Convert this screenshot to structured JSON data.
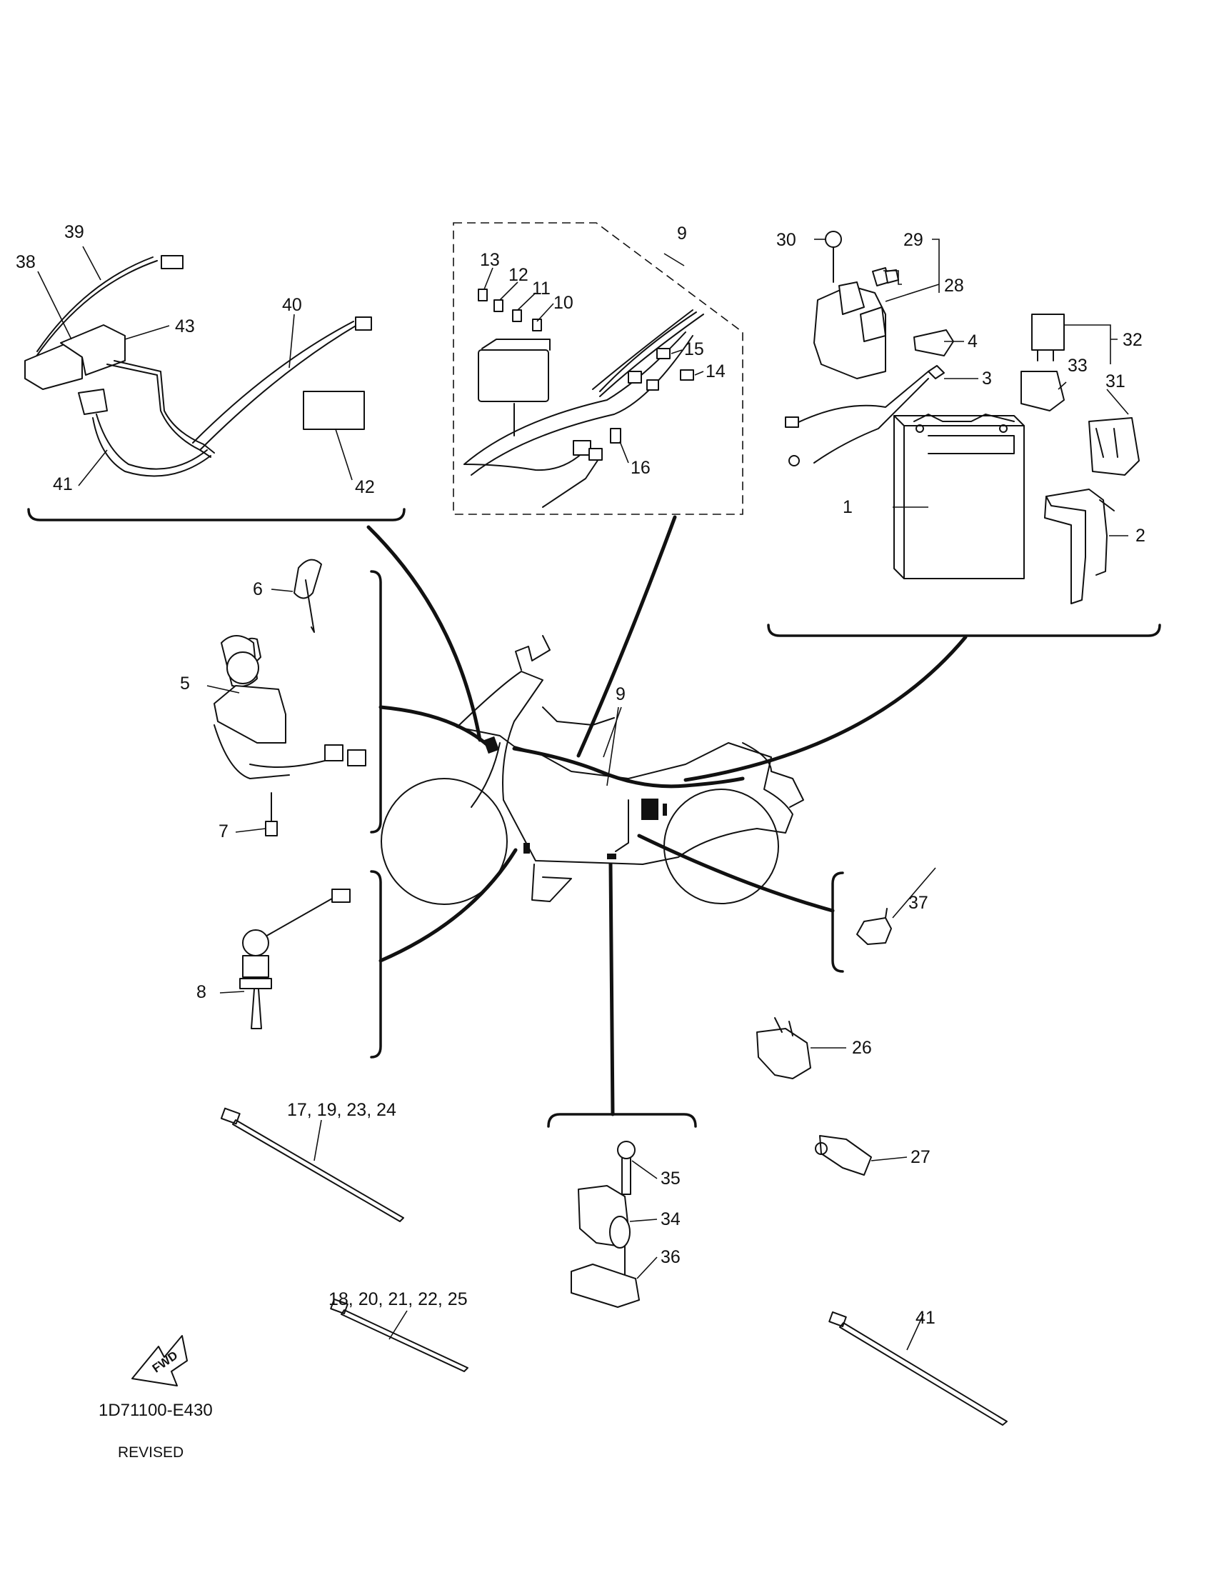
{
  "diagram": {
    "callouts": {
      "p1": "1",
      "p2": "2",
      "p3": "3",
      "p4": "4",
      "p5": "5",
      "p6": "6",
      "p7": "7",
      "p8": "8",
      "p9a": "9",
      "p9b": "9",
      "p10": "10",
      "p11": "11",
      "p12": "12",
      "p13": "13",
      "p14": "14",
      "p15": "15",
      "p16": "16",
      "p17": "17, 19, 23, 24",
      "p18": "18, 20, 21, 22, 25",
      "p26": "26",
      "p27": "27",
      "p28": "28",
      "p29": "29",
      "p30": "30",
      "p31": "31",
      "p32": "32",
      "p33": "33",
      "p34": "34",
      "p35": "35",
      "p36": "36",
      "p37": "37",
      "p38": "38",
      "p39": "39",
      "p40": "40",
      "p41a": "41",
      "p41b": "41",
      "p42": "42",
      "p43": "43"
    },
    "fwd_label": "FWD",
    "drawing_code": "1D71100-E430",
    "revision_note": "REVISED"
  }
}
